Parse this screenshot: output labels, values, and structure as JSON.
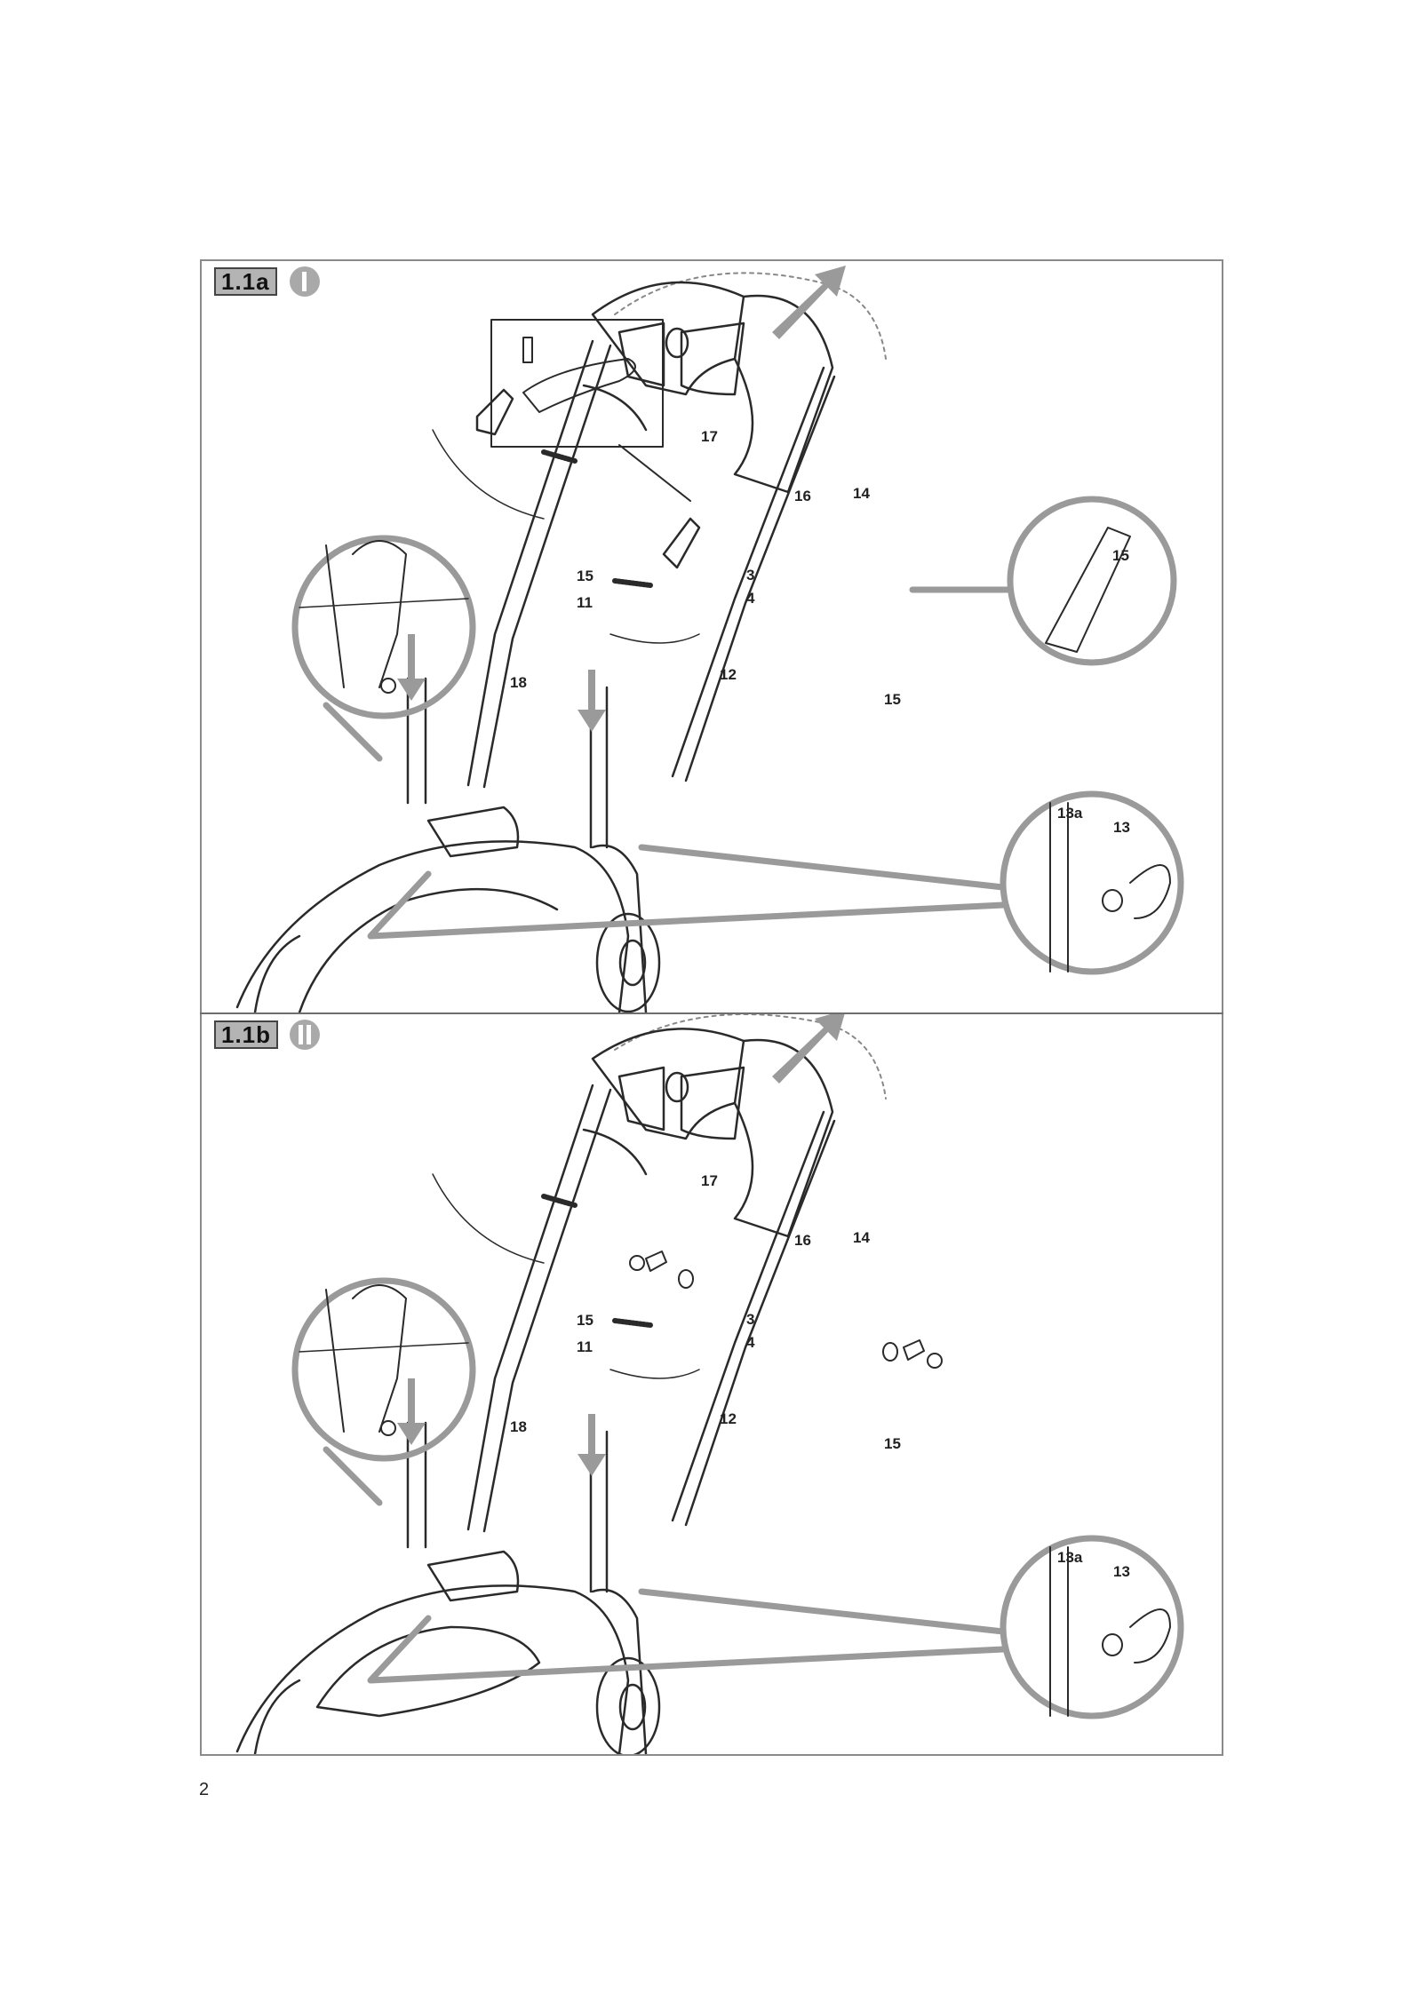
{
  "page": {
    "number": "2"
  },
  "figures": [
    {
      "id": "1.1a",
      "tag": "1.1a",
      "variant_icon": "roman-numeral-one-icon",
      "callouts": [
        "17",
        "16",
        "14",
        "15",
        "3",
        "4",
        "15",
        "11",
        "18",
        "12",
        "15",
        "13a",
        "13"
      ]
    },
    {
      "id": "1.1b",
      "tag": "1.1b",
      "variant_icon": "roman-numeral-two-icon",
      "callouts": [
        "17",
        "16",
        "14",
        "15",
        "3",
        "4",
        "11",
        "18",
        "12",
        "15",
        "13a",
        "13"
      ]
    }
  ],
  "colors": {
    "arrow": "#9a9a9a",
    "line": "#2a2a2a",
    "tag_bg": "#b4b4b4",
    "frame": "#8a8a8a"
  }
}
